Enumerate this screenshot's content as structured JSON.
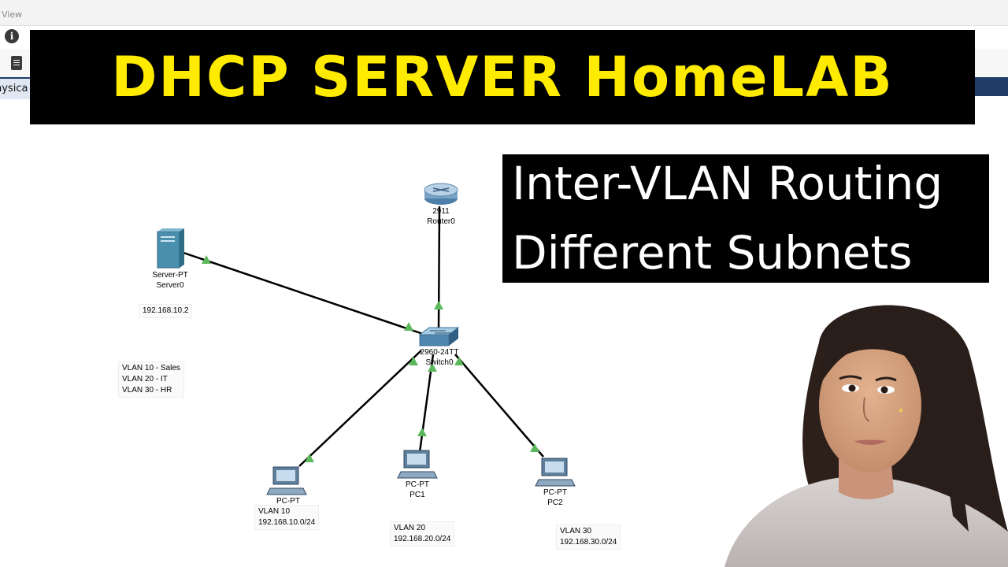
{
  "app": {
    "menu_view": "View",
    "info_icon": "i",
    "tab_physical": "hysica"
  },
  "banner": {
    "title": "DHCP SERVER HomeLAB",
    "bg_color": "#000000",
    "text_color": "#ffeb00"
  },
  "subtitle": {
    "line1": "Inter-VLAN Routing",
    "line2": "Different Subnets"
  },
  "topology": {
    "router": {
      "model": "2911",
      "name": "Router0"
    },
    "switch": {
      "model": "2960-24TT",
      "name": "Switch0"
    },
    "server": {
      "model": "Server-PT",
      "name": "Server0",
      "ip": "192.168.10.2"
    },
    "vlan_note": [
      "VLAN 10 - Sales",
      "VLAN 20 - IT",
      "VLAN 30 - HR"
    ],
    "pcs": [
      {
        "model": "PC-PT",
        "name": "",
        "vlan": "VLAN 10",
        "subnet": "192.168.10.0/24"
      },
      {
        "model": "PC-PT",
        "name": "PC1",
        "vlan": "VLAN 20",
        "subnet": "192.168.20.0/24"
      },
      {
        "model": "PC-PT",
        "name": "PC2",
        "vlan": "VLAN 30",
        "subnet": "192.168.30.0/24"
      }
    ],
    "link_up_color": "#5cb85c"
  }
}
